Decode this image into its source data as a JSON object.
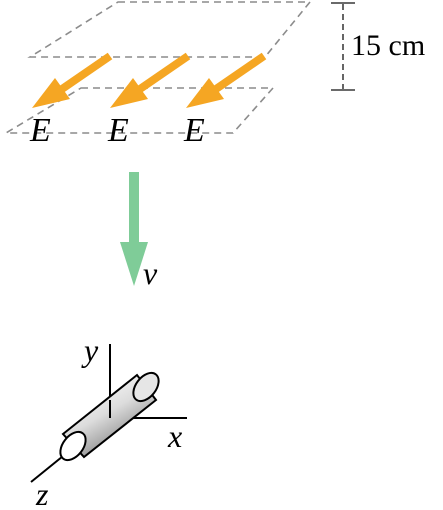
{
  "field_region": {
    "field_symbol": "E",
    "field_arrow_count": 3,
    "separation_label": "15 cm"
  },
  "motion": {
    "velocity_label": "v"
  },
  "axes": {
    "x_label": "x",
    "y_label": "y",
    "z_label": "z"
  },
  "colors": {
    "field_arrow": "#f5a623",
    "velocity_arrow": "#7fcc98",
    "plate_outline": "#8c8c8c",
    "dimension_line": "#555555",
    "axis_line": "#000000"
  }
}
